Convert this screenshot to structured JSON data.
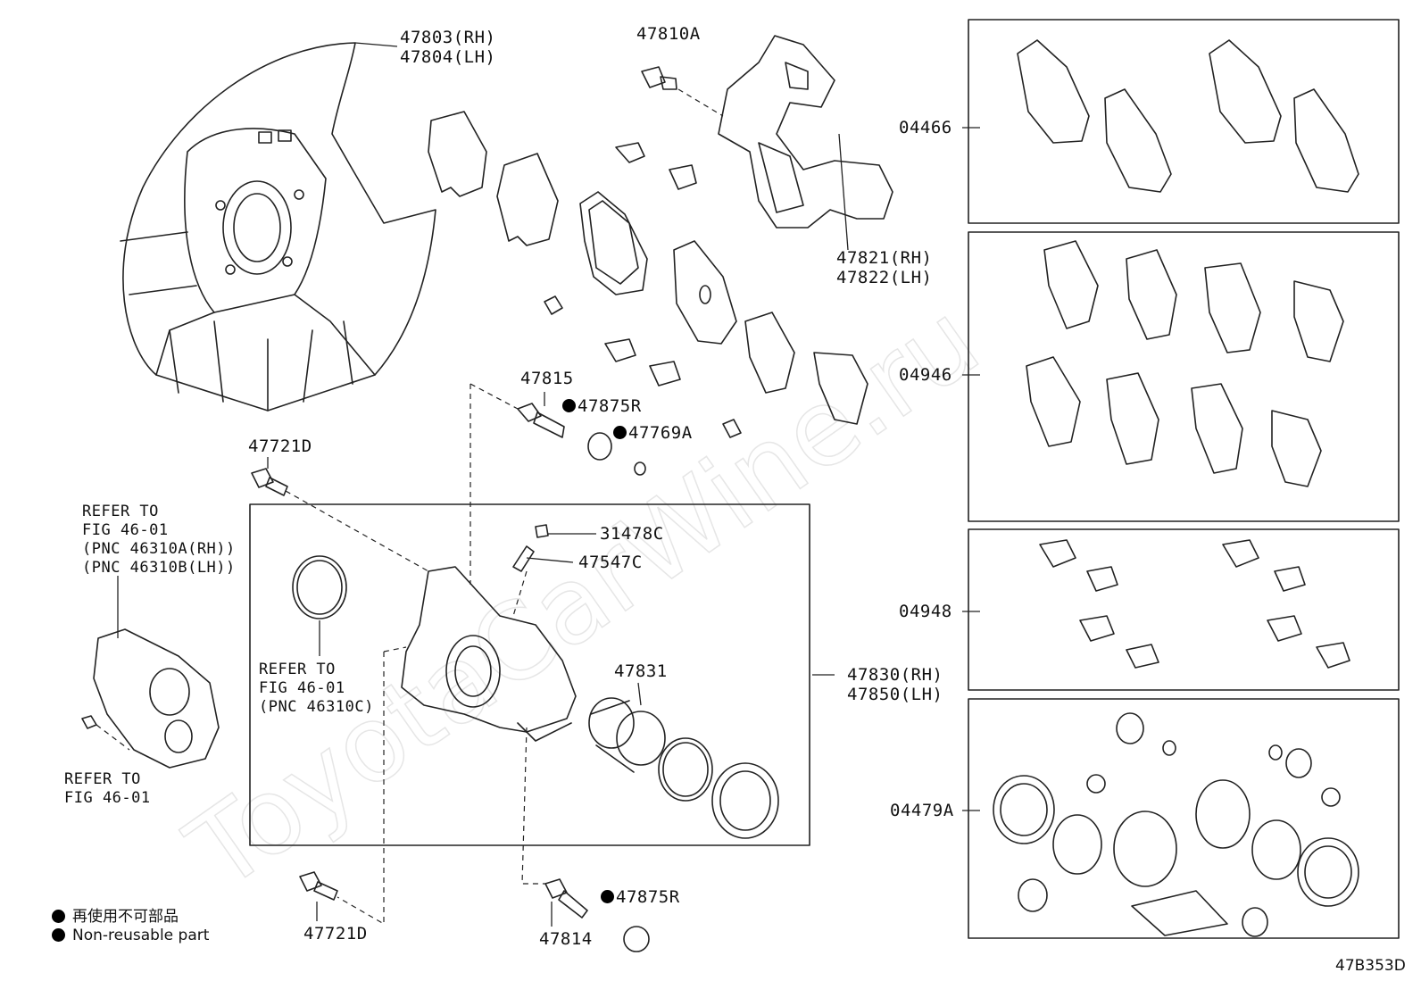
{
  "labels": {
    "p47803": "47803(RH)",
    "p47804": "47804(LH)",
    "p47810A": "47810A",
    "p47821": "47821(RH)",
    "p47822": "47822(LH)",
    "p04466": "04466",
    "p04946": "04946",
    "p04948": "04948",
    "p04479A": "04479A",
    "p47815": "47815",
    "p47875R_a": "47875R",
    "p47769A": "47769A",
    "p47721D_top": "47721D",
    "p31478C": "31478C",
    "p47547C": "47547C",
    "p47831": "47831",
    "p47830": "47830(RH)",
    "p47850": "47850(LH)",
    "p47721D_bot": "47721D",
    "p47814": "47814",
    "p47875R_b": "47875R"
  },
  "refs": {
    "ref_left": [
      "REFER TO",
      "FIG 46-01",
      "(PNC 46310A(RH))",
      "(PNC 46310B(LH))"
    ],
    "ref_mid": [
      "REFER TO",
      "FIG 46-01",
      "(PNC 46310C)"
    ],
    "ref_bottom": [
      "REFER TO",
      "FIG 46-01"
    ]
  },
  "legend": {
    "jp": "再使用不可部品",
    "en": "Non-reusable part"
  },
  "diagram_code": "47B353D",
  "watermark": "ToyotaCarWine.ru"
}
